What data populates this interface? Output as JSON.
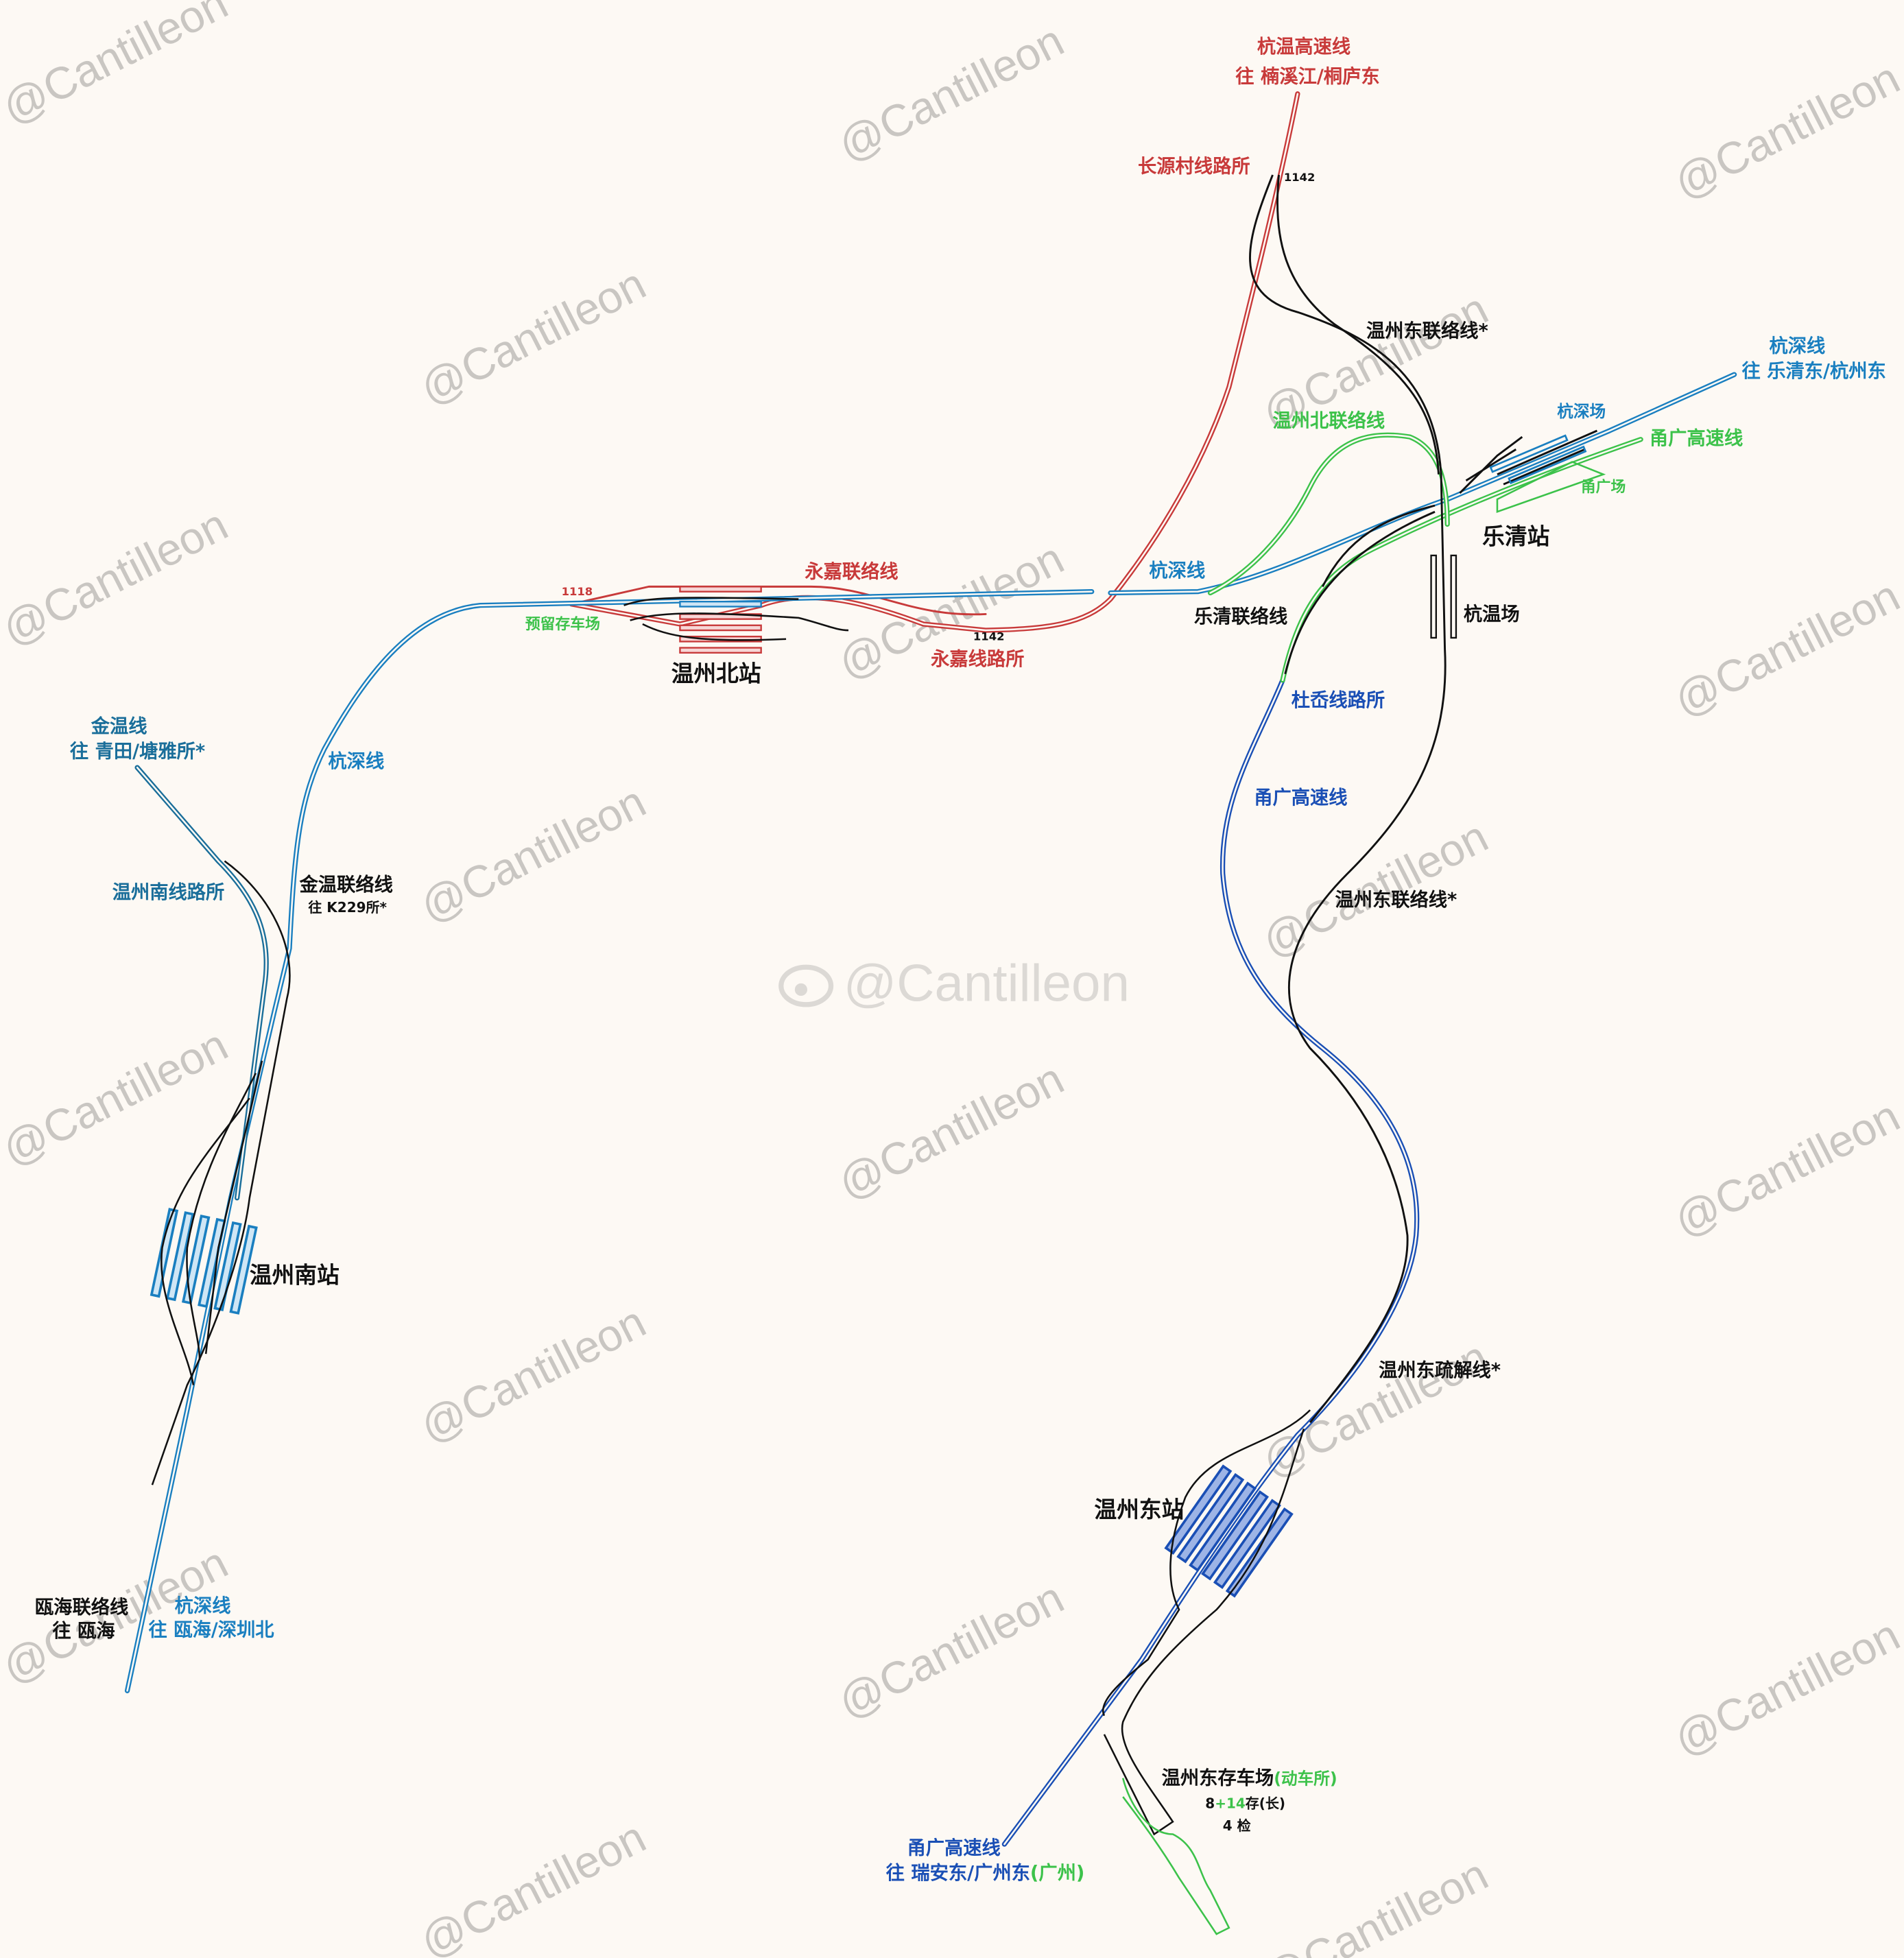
{
  "watermark": "@Cantilleon",
  "colors": {
    "background": "#fdf9f4",
    "hangwen": "#c83a3a",
    "hangshen": "#1a7fc0",
    "yongguang": "#1a4fb5",
    "green": "#3cc24a",
    "jinwen": "#1a6e9a",
    "black": "#111111"
  },
  "labels": {
    "hangwen_line": "杭温高速线",
    "hangwen_dest": "往 楠溪江/桐庐东",
    "changyuancun": "长源村线路所",
    "km_1142_top": "1142",
    "wzd_link_top": "温州东联络线*",
    "hangshen_ne": "杭深线",
    "hangshen_ne_dest": "往 乐清东/杭州东",
    "wzb_link": "温州北联络线",
    "hangshen_yard": "杭深场",
    "yongguang_ne": "甬广高速线",
    "yongguang_yard": "甬广场",
    "yueqing_station": "乐清站",
    "hangwen_yard": "杭温场",
    "hangshen_mid": "杭深线",
    "yueqing_link": "乐清联络线",
    "duao": "杜岙线路所",
    "yongguang_mid": "甬广高速线",
    "wzd_link_mid": "温州东联络线*",
    "yongjia_link": "永嘉联络线",
    "yongjia_post": "永嘉线路所",
    "km_1118": "1118",
    "km_1142_mid": "1142",
    "reserved_yard": "预留存车场",
    "wzb_station": "温州北站",
    "jinwen_line": "金温线",
    "jinwen_dest": "往 青田/塘雅所*",
    "hangshen_west": "杭深线",
    "wzn_post": "温州南线路所",
    "jinwen_link": "金温联络线",
    "jinwen_link_dest": "往 K229所*",
    "wzn_station": "温州南站",
    "ouhai_link": "瓯海联络线",
    "ouhai_dest": "往 瓯海",
    "hangshen_sw": "杭深线",
    "hangshen_sw_dest": "往 瓯海/深圳北",
    "wzd_relief": "温州东疏解线*",
    "wzd_station": "温州东站",
    "depot": "温州东存车场",
    "depot_emu": "(动车所)",
    "depot_count_a": "8",
    "depot_count_b": "+14",
    "depot_count_c": "存(长)",
    "depot_inspect": "4 检",
    "yongguang_sw": "甬广高速线",
    "yongguang_sw_dest": "往 瑞安东/广州东",
    "yongguang_sw_dest2": "(广州)"
  }
}
